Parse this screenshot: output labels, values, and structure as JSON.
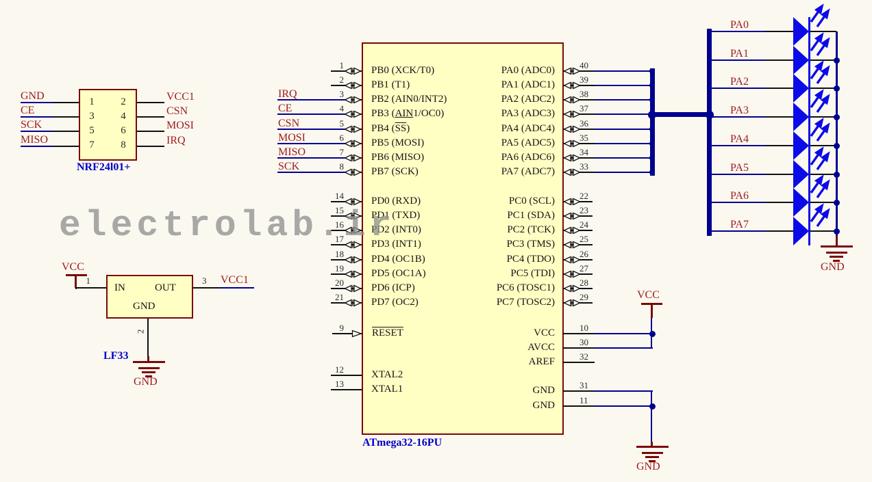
{
  "watermark": "electrolab.ir",
  "colors": {
    "background": "#FBF8F0",
    "wire_blue": "#00008F",
    "led_blue": "#0B0BE8",
    "black_wire": "#101010",
    "maroon_symbol": "#7A0808",
    "net_label_red": "#9B1B1B",
    "title_blue": "#0101C8",
    "box_fill": "#FFFFC4",
    "watermark_gray": "#919191"
  },
  "nrf": {
    "title": "NRF24l01+",
    "left_pins": [
      {
        "num": "1",
        "label": "GND"
      },
      {
        "num": "3",
        "label": "CE"
      },
      {
        "num": "5",
        "label": "SCK"
      },
      {
        "num": "7",
        "label": "MISO"
      }
    ],
    "right_pins": [
      {
        "num": "2",
        "label": "VCC1"
      },
      {
        "num": "4",
        "label": "CSN"
      },
      {
        "num": "6",
        "label": "MOSI"
      },
      {
        "num": "8",
        "label": "IRQ"
      }
    ]
  },
  "regulator": {
    "title": "LF33",
    "in_label": "IN",
    "out_label": "OUT",
    "gnd_label": "GND",
    "pin_in_num": "1",
    "pin_gnd_num": "2",
    "pin_out_num": "3",
    "vcc_net": "VCC",
    "vcc1_net": "VCC1",
    "gnd_net": "GND"
  },
  "mcu": {
    "title": "ATmega32-16PU",
    "port_b": [
      {
        "num": "1",
        "name": "PB0 (XCK/T0)"
      },
      {
        "num": "2",
        "name": "PB1 (T1)"
      },
      {
        "num": "3",
        "name": "PB2 (AIN0/INT2)",
        "net": "IRQ"
      },
      {
        "num": "4",
        "pre": "PB3 (",
        "under": "AIN",
        "post": "1/OC0)",
        "net": "CE"
      },
      {
        "num": "5",
        "pre": "PB4 (",
        "over": "SS",
        "post": ")",
        "net": "CSN"
      },
      {
        "num": "6",
        "name": "PB5 (MOSI)",
        "net": "MOSI"
      },
      {
        "num": "7",
        "name": "PB6 (MISO)",
        "net": "MISO"
      },
      {
        "num": "8",
        "name": "PB7 (SCK)",
        "net": "SCK"
      }
    ],
    "port_d": [
      {
        "num": "14",
        "name": "PD0 (RXD)"
      },
      {
        "num": "15",
        "name": "PD1 (TXD)"
      },
      {
        "num": "16",
        "name": "PD2 (INT0)"
      },
      {
        "num": "17",
        "name": "PD3 (INT1)"
      },
      {
        "num": "18",
        "name": "PD4 (OC1B)"
      },
      {
        "num": "19",
        "name": "PD5 (OC1A)"
      },
      {
        "num": "20",
        "name": "PD6 (ICP)"
      },
      {
        "num": "21",
        "name": "PD7 (OC2)"
      }
    ],
    "reset_pin": {
      "num": "9",
      "over": "RESET"
    },
    "xtal_pins": [
      {
        "num": "12",
        "name": "XTAL2"
      },
      {
        "num": "13",
        "name": "XTAL1"
      }
    ],
    "port_a": [
      {
        "num": "40",
        "name": "PA0 (ADC0)"
      },
      {
        "num": "39",
        "name": "PA1 (ADC1)"
      },
      {
        "num": "38",
        "name": "PA2 (ADC2)"
      },
      {
        "num": "37",
        "name": "PA3 (ADC3)"
      },
      {
        "num": "36",
        "name": "PA4 (ADC4)"
      },
      {
        "num": "35",
        "name": "PA5 (ADC5)"
      },
      {
        "num": "34",
        "name": "PA6 (ADC6)"
      },
      {
        "num": "33",
        "name": "PA7 (ADC7)"
      }
    ],
    "port_c": [
      {
        "num": "22",
        "name": "PC0 (SCL)"
      },
      {
        "num": "23",
        "name": "PC1 (SDA)"
      },
      {
        "num": "24",
        "name": "PC2 (TCK)"
      },
      {
        "num": "25",
        "name": "PC3 (TMS)"
      },
      {
        "num": "26",
        "name": "PC4 (TDO)"
      },
      {
        "num": "27",
        "name": "PC5 (TDI)"
      },
      {
        "num": "28",
        "name": "PC6 (TOSC1)"
      },
      {
        "num": "29",
        "name": "PC7 (TOSC2)"
      }
    ],
    "power_pins": [
      {
        "num": "10",
        "name": "VCC",
        "net": "vcc"
      },
      {
        "num": "30",
        "name": "AVCC",
        "net": "vcc"
      },
      {
        "num": "32",
        "name": "AREF"
      },
      {
        "num": "31",
        "name": "GND",
        "net": "gnd"
      },
      {
        "num": "11",
        "name": "GND",
        "net": "gnd"
      }
    ],
    "vcc_symbol_label": "VCC",
    "gnd_symbol_label": "GND"
  },
  "led_bank": {
    "net_labels": [
      "PA0",
      "PA1",
      "PA2",
      "PA3",
      "PA4",
      "PA5",
      "PA6",
      "PA7"
    ],
    "gnd_symbol_label": "GND"
  }
}
